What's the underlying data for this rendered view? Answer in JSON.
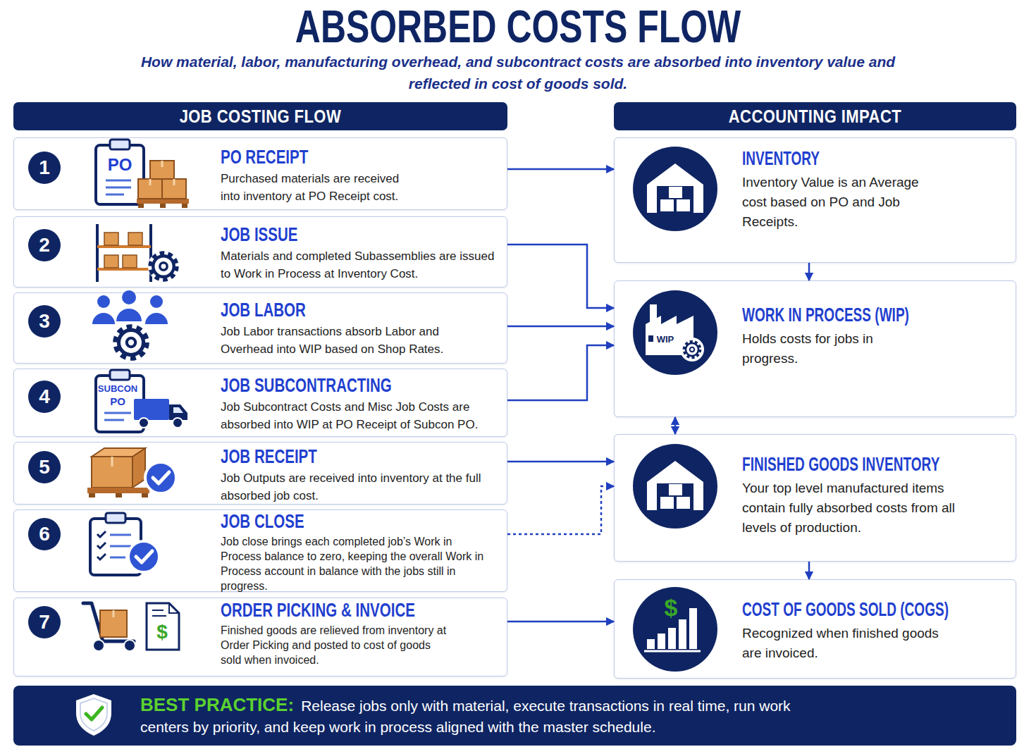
{
  "diagram": {
    "title": "ABSORBED COSTS FLOW",
    "caption": "How material, labor, manufacturing overhead, and subcontract costs are absorbed into inventory value and reflected in cost of goods sold.",
    "nodes": [
      {
        "text": [
          "JOB COSTING FLOW"
        ]
      },
      {
        "text": [
          "ACCOUNTING IMPACT"
        ]
      },
      {
        "text": [
          "PO RECEIPT",
          "Purchased materials are received into inventory at PO Receipt cost."
        ]
      },
      {
        "text": [
          "1"
        ],
        "in": 2
      },
      {
        "text": [
          "JOB ISSUE",
          "Materials and completed Subassemblies are issued to Work in Process at Inventory Cost."
        ]
      },
      {
        "text": [
          "2"
        ],
        "in": 4
      },
      {
        "text": [
          "JOB LABOR",
          "Job Labor transactions absorb Labor and Overhead into WIP based on Shop Rates."
        ]
      },
      {
        "text": [
          "3"
        ],
        "in": 6
      },
      {
        "text": [
          "JOB SUBCONTRACTING",
          "Job Subcontract Costs and Misc Job Costs are absorbed into WIP at PO Receipt of Subcon PO."
        ]
      },
      {
        "text": [
          "4"
        ],
        "in": 8
      },
      {
        "text": [
          "JOB RECEIPT",
          "Job Outputs are received into inventory at the full absorbed job cost."
        ]
      },
      {
        "text": [
          "5"
        ],
        "in": 10
      },
      {
        "text": [
          "JOB CLOSE",
          "Job close brings each completed job’s Work in Process balance to zero, keeping the overall Work in Process account in balance with the jobs still in progress."
        ]
      },
      {
        "text": [
          "6"
        ],
        "in": 12
      },
      {
        "text": [
          "ORDER PICKING & INVOICE",
          "Finished goods are relieved from inventory at Order Picking and posted to cost of goods sold when invoiced."
        ]
      },
      {
        "text": [
          "7"
        ],
        "in": 14
      },
      {
        "text": [
          "INVENTORY",
          "Inventory Value is an Average cost based on PO and Job Receipts."
        ]
      },
      {
        "text": [
          "WORK IN PROCESS (WIP)",
          "Holds costs for jobs in progress."
        ]
      },
      {
        "text": [
          "FINISHED GOODS INVENTORY",
          "Your top level manufactured items contain fully absorbed costs from all levels of production."
        ]
      },
      {
        "text": [
          "COST OF GOODS SOLD (COGS)",
          "Recognized when finished goods are invoiced."
        ]
      },
      {
        "text": [
          "BEST PRACTICE:",
          "Release jobs only with material, execute transactions in real time, run work centers by priority, and keep work in process aligned with the master schedule."
        ]
      }
    ],
    "edges": [
      {
        "from": 2,
        "to": 16,
        "arrow": "to"
      },
      {
        "from": 4,
        "to": 17,
        "arrow": "to"
      },
      {
        "from": 6,
        "to": 17,
        "arrow": "to"
      },
      {
        "from": 8,
        "to": 17,
        "arrow": "to"
      },
      {
        "from": 10,
        "to": 18,
        "arrow": "to"
      },
      {
        "from": 12,
        "to": 18,
        "arrow": "to"
      },
      {
        "from": 14,
        "to": 19,
        "arrow": "to"
      },
      {
        "from": 16,
        "to": 17,
        "arrow": "to"
      },
      {
        "from": 17,
        "to": 18,
        "arrow": "both"
      },
      {
        "from": 18,
        "to": 19,
        "arrow": "to"
      }
    ],
    "labels": [
      "PO",
      "SUBCON",
      "PO",
      "WIP",
      "$",
      "$"
    ]
  }
}
